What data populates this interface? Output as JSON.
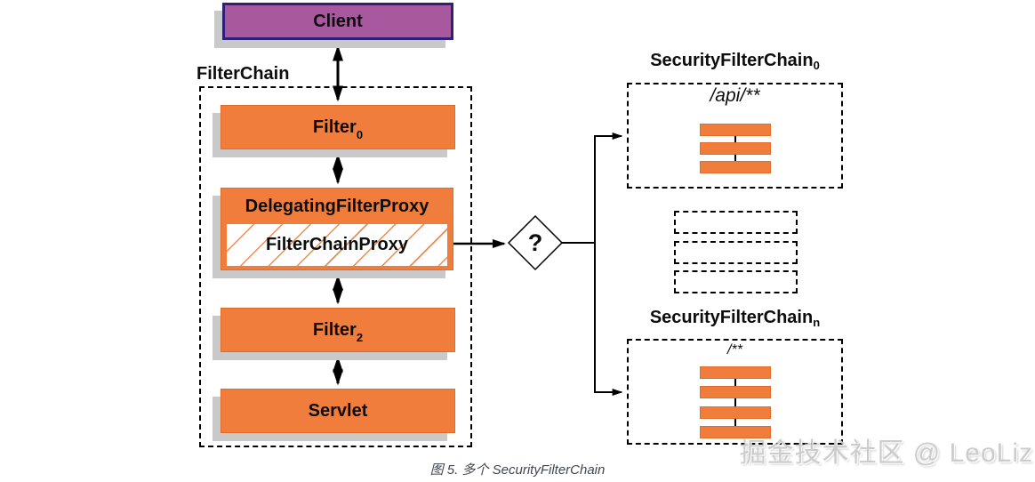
{
  "diagram": {
    "client": {
      "label": "Client"
    },
    "filter_chain": {
      "label": "FilterChain",
      "filter0": {
        "label": "Filter",
        "sub": "0"
      },
      "delegating_filter_proxy": {
        "label": "DelegatingFilterProxy"
      },
      "filter_chain_proxy": {
        "label": "FilterChainProxy"
      },
      "filter2": {
        "label": "Filter",
        "sub": "2"
      },
      "servlet": {
        "label": "Servlet"
      }
    },
    "decision": {
      "label": "?"
    },
    "chain0": {
      "title": "SecurityFilterChain",
      "sub": "0",
      "path": "/api/**",
      "filter_count": 3
    },
    "chain_n": {
      "title": "SecurityFilterChain",
      "sub": "n",
      "path": "/**",
      "filter_count": 4
    },
    "placeholder_count": 3,
    "placeholder_tops": [
      237,
      271,
      304
    ],
    "caption": "图 5. 多个 SecurityFilterChain",
    "watermark": "掘金技术社区 @ LeoLiz",
    "colors": {
      "orange": "#f07d3c",
      "orange_border": "#e06c28",
      "purple": "#a8589e",
      "purple_border": "#2b2178",
      "shadow": "#c9c9c9",
      "caption_text": "#3e4853"
    }
  }
}
